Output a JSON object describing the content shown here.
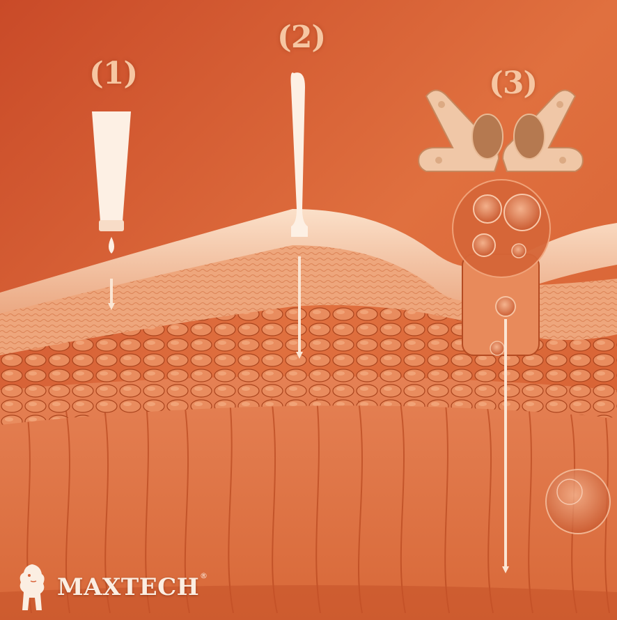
{
  "diagram": {
    "steps": [
      {
        "label": "(1)",
        "icon": "cream-tube-icon"
      },
      {
        "label": "(2)",
        "icon": "applicator-wand-icon"
      },
      {
        "label": "(3)",
        "icon": "microneedle-patch-icon"
      }
    ]
  },
  "brand": {
    "name": "MAXTECH",
    "registered_mark": "®",
    "logo_icon": "lion-logo-icon"
  },
  "colors": {
    "background": "#d9623a",
    "skin_surface": "#f3c4a4",
    "label": "#f6c6a2",
    "brand_text": "#fbeee2"
  }
}
